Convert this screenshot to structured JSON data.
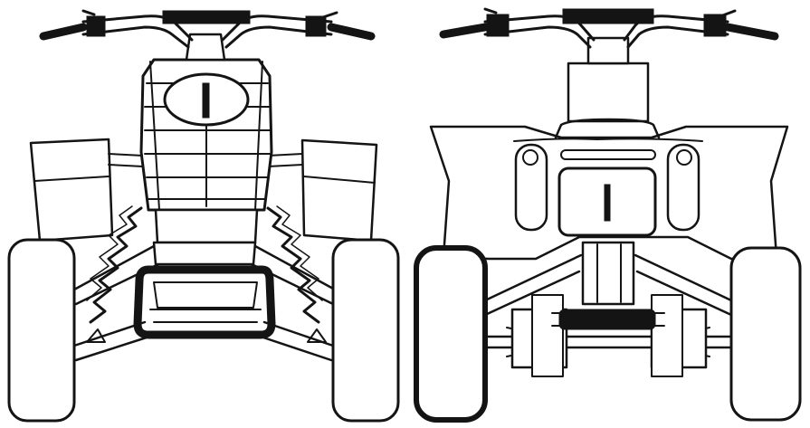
{
  "views": [
    {
      "id": "front",
      "plate_number": "1"
    },
    {
      "id": "rear",
      "plate_number": "1"
    }
  ],
  "colors": {
    "ink": "#141414",
    "paper": "#ffffff"
  }
}
